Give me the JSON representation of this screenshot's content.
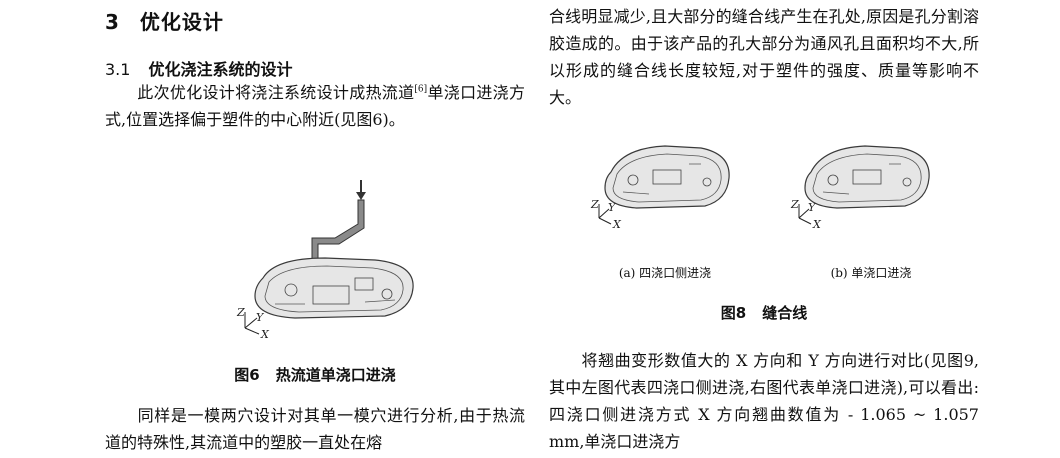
{
  "left": {
    "section_num": "3",
    "section_title": "优化设计",
    "subsection_num": "3.1",
    "subsection_title": "优化浇注系统的设计",
    "p1_line1_a": "此次优化设计将浇注系统设计成热流道",
    "p1_ref": "[6]",
    "p1_line1_b": "单",
    "p1_rest": "浇口进浇方式,位置选择偏于塑件的中心附近(见图6)。",
    "fig6_label": "图6",
    "fig6_title": "热流道单浇口进浇",
    "p2": "同样是一模两穴设计对其单一模穴进行分析,由于热流道的特殊性,其流道中的塑胶一直处在熔",
    "axis_z": "Z",
    "axis_y": "Y",
    "axis_x": "X"
  },
  "right": {
    "p1": "合线明显减少,且大部分的缝合线产生在孔处,原因是孔分割溶胶造成的。由于该产品的孔大部分为通风孔且面积均不大,所以形成的缝合线长度较短,对于塑件的强度、质量等影响不大。",
    "sub_a": "(a) 四浇口侧进浇",
    "sub_b": "(b) 单浇口进浇",
    "fig8_label": "图8",
    "fig8_title": "缝合线",
    "p2": "将翘曲变形数值大的 X 方向和 Y 方向进行对比(见图9,其中左图代表四浇口侧进浇,右图代表单浇口进浇),可以看出:四浇口侧进浇方式 X 方向翘曲数值为 - 1.065 ~ 1.057 mm,单浇口进浇方",
    "axis_z": "Z",
    "axis_y": "Y",
    "axis_x": "X"
  },
  "colors": {
    "text": "#111111",
    "part_fill": "#e6e6e6",
    "part_stroke": "#3a3a3a",
    "runner": "#8a8a8a"
  }
}
